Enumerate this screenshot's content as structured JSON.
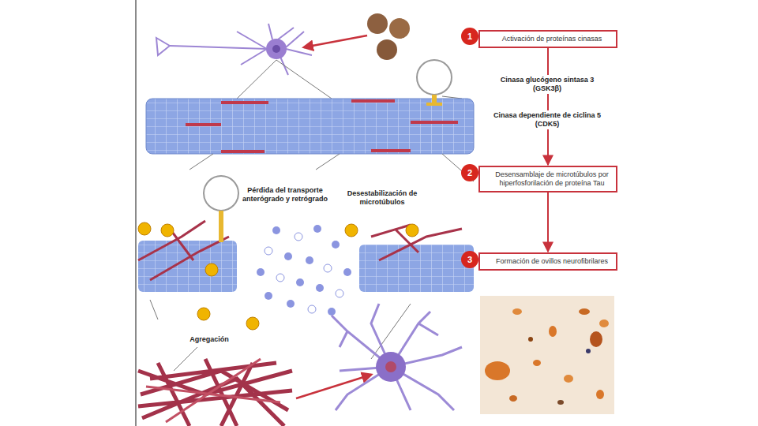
{
  "diagram": {
    "nodes": [
      {
        "text": [
          "Activación de proteínas cinasas"
        ]
      },
      {
        "text": [
          "Desensamblaje de microtúbulos por hiperfosforilación de proteína Tau"
        ]
      },
      {
        "text": [
          "Formación de ovillos neurofibrilares"
        ]
      }
    ],
    "edges": [
      {
        "from": 0,
        "to": 1,
        "arrow": "to"
      },
      {
        "from": 1,
        "to": 2,
        "arrow": "to"
      }
    ],
    "labels": [
      "1",
      "Cinasa glucógeno sintasa 3 (GSK3β)",
      "Cinasa dependiente de ciclina 5 (CDK5)",
      "2",
      "3",
      "Pérdida del transporte anterógrado y retrógrado",
      "Desestabilización de microtúbulos",
      "Agregación"
    ]
  }
}
